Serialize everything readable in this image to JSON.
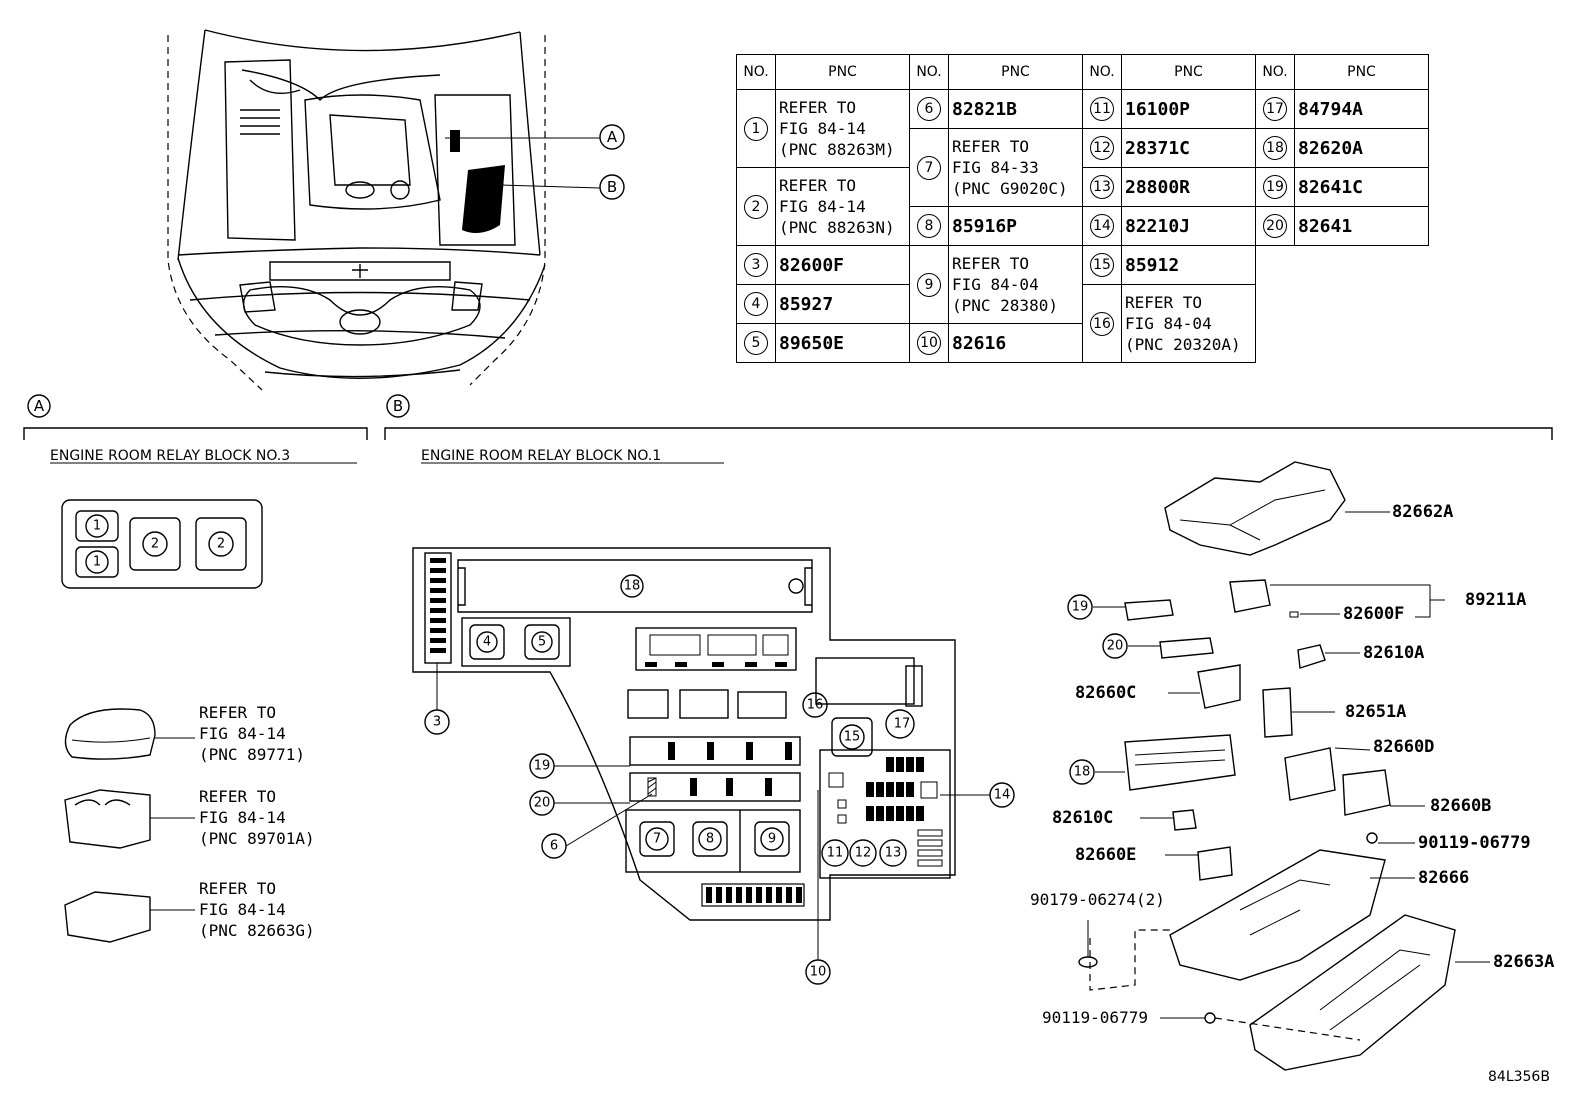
{
  "table": {
    "headers": {
      "no": "NO.",
      "pnc": "PNC"
    },
    "items": [
      {
        "no": "1",
        "pnc": "REFER TO\nFIG 84-14\n(PNC 88263M)"
      },
      {
        "no": "2",
        "pnc": "REFER TO\nFIG 84-14\n(PNC 88263N)"
      },
      {
        "no": "3",
        "pnc": "82600F"
      },
      {
        "no": "4",
        "pnc": "85927"
      },
      {
        "no": "5",
        "pnc": "89650E"
      },
      {
        "no": "6",
        "pnc": "82821B"
      },
      {
        "no": "7",
        "pnc": "REFER TO\nFIG 84-33\n(PNC G9020C)"
      },
      {
        "no": "8",
        "pnc": "85916P"
      },
      {
        "no": "9",
        "pnc": "REFER TO\nFIG 84-04\n(PNC 28380)"
      },
      {
        "no": "10",
        "pnc": "82616"
      },
      {
        "no": "11",
        "pnc": "16100P"
      },
      {
        "no": "12",
        "pnc": "28371C"
      },
      {
        "no": "13",
        "pnc": "28800R"
      },
      {
        "no": "14",
        "pnc": "82210J"
      },
      {
        "no": "15",
        "pnc": "85912"
      },
      {
        "no": "16",
        "pnc": "REFER TO\nFIG 84-04\n(PNC 20320A)"
      },
      {
        "no": "17",
        "pnc": "84794A"
      },
      {
        "no": "18",
        "pnc": "82620A"
      },
      {
        "no": "19",
        "pnc": "82641C"
      },
      {
        "no": "20",
        "pnc": "82641"
      }
    ]
  },
  "callouts": {
    "a": "A",
    "b": "B"
  },
  "sections": {
    "a_title": "ENGINE ROOM RELAY BLOCK NO.3",
    "b_title": "ENGINE ROOM RELAY BLOCK NO.1"
  },
  "refer_notes": [
    "REFER TO\nFIG 84-14\n(PNC 89771)",
    "REFER TO\nFIG 84-14\n(PNC 89701A)",
    "REFER TO\nFIG 84-14\n(PNC 82663G)"
  ],
  "part_labels": {
    "p82662A": "82662A",
    "p89211A": "89211A",
    "p82600F": "82600F",
    "p82610A": "82610A",
    "p82660C": "82660C",
    "p82651A": "82651A",
    "p82660D": "82660D",
    "p82660B": "82660B",
    "p82610C": "82610C",
    "p82660E": "82660E",
    "p90119a": "90119-06779",
    "p82666": "82666",
    "p90179": "90179-06274(2)",
    "p82663A": "82663A",
    "p90119b": "90119-06779"
  },
  "figure_id": "84L356B"
}
